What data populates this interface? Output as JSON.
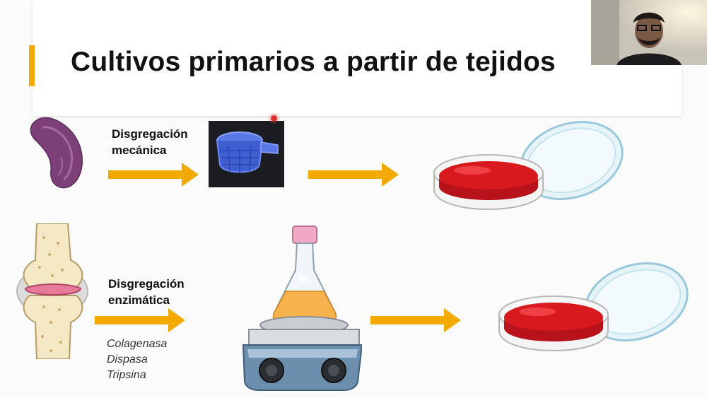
{
  "slide": {
    "title": "Cultivos primarios a partir de tejidos",
    "accent_color": "#f2a900",
    "arrow_color": "#f2a900"
  },
  "row_mechanical": {
    "label_line1": "Disgregación",
    "label_line2": "mecánica"
  },
  "row_enzymatic": {
    "label_line1": "Disgregación",
    "label_line2": "enzimática",
    "enzymes": [
      "Colagenasa",
      "Dispasa",
      "Tripsina"
    ]
  },
  "icons": [
    "spleen-icon",
    "cell-strainer-icon",
    "petri-dish-icon",
    "knee-joint-icon",
    "erlenmeyer-flask-icon",
    "hot-plate-stirrer-icon"
  ]
}
